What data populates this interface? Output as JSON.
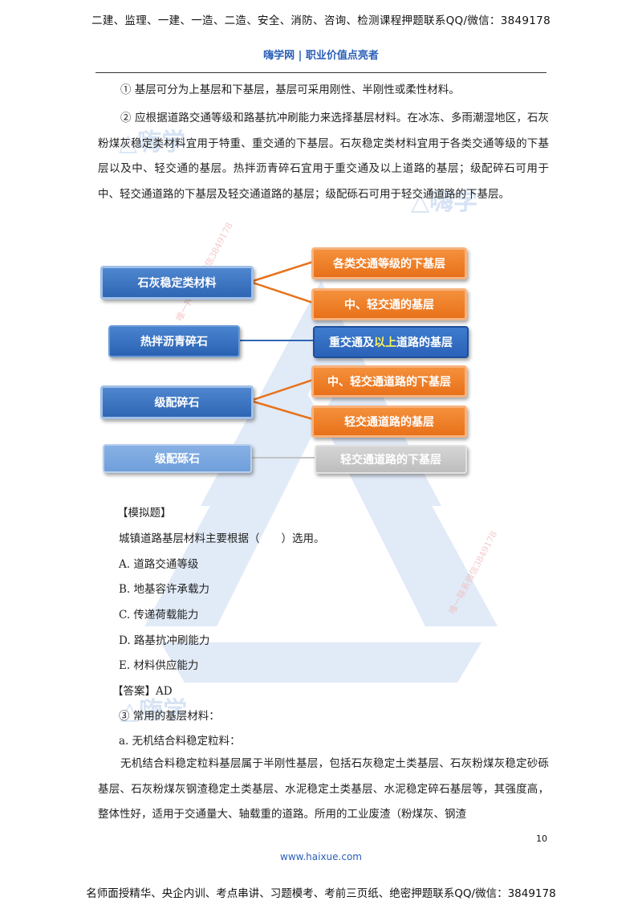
{
  "header": {
    "banner": "二建、监理、一建、一造、二造、安全、消防、咨询、检测课程押题联系QQ/微信：3849178",
    "site": "嗨学网 | 职业价值点亮者"
  },
  "intro": {
    "p1": "① 基层可分为上基层和下基层，基层可采用刚性、半刚性或柔性材料。",
    "p2": "② 应根据道路交通等级和路基抗冲刷能力来选择基层材料。在冰冻、多雨潮湿地区，石灰粉煤灰稳定类材料宜用于特重、重交通的下基层。石灰稳定类材料宜用于各类交通等级的下基层以及中、轻交通的基层。热拌沥青碎石宜用于重交通及以上道路的基层；级配碎石可用于中、轻交通道路的下基层及轻交通道路的基层；级配砾石可用于轻交通道路的下基层。"
  },
  "diagram": {
    "left": {
      "lime": "石灰稳定类材料",
      "asphalt": "热拌沥青碎石",
      "gravel": "级配碎石",
      "pebble": "级配砾石"
    },
    "right": {
      "lime_1": "各类交通等级的下基层",
      "lime_2": "中、轻交通的基层",
      "asphalt_1_a": "重交通及",
      "asphalt_1_b": "以上",
      "asphalt_1_c": "道路的基层",
      "gravel_1": "中、轻交通道路的下基层",
      "gravel_2": "轻交通道路的基层",
      "pebble_1": "轻交通道路的下基层"
    },
    "colors": {
      "orange": "#e8711a",
      "blue": "#2f66b4",
      "gray": "#c4c4c4",
      "highlight": "#fff45a"
    }
  },
  "quiz": {
    "tag": "【模拟题】",
    "question": "城镇道路基层材料主要根据（　　）选用。",
    "options": [
      "A.  道路交通等级",
      "B.  地基容许承载力",
      "C.  传递荷载能力",
      "D.  路基抗冲刷能力",
      "E.  材料供应能力"
    ],
    "answer": "【答案】AD"
  },
  "section3": {
    "heading": "③ 常用的基层材料：",
    "sub": "a. 无机结合料稳定粒料：",
    "body": "无机结合料稳定粒料基层属于半刚性基层，包括石灰稳定土类基层、石灰粉煤灰稳定砂砾基层、石灰粉煤灰钢渣稳定土类基层、水泥稳定土类基层、水泥稳定碎石基层等，其强度高，整体性好，适用于交通量大、轴载重的道路。所用的工业废渣（粉煤灰、钢渣"
  },
  "watermark": {
    "logo": "嗨学",
    "diag1": "唯一押题联系微信3849178",
    "diag2": "唯一联系微信3849178"
  },
  "footer": {
    "page": "10",
    "url": "www.haixue.com",
    "banner": "名师面授精华、央企内训、考点串讲、习题模考、考前三页纸、绝密押题联系QQ/微信：3849178"
  }
}
